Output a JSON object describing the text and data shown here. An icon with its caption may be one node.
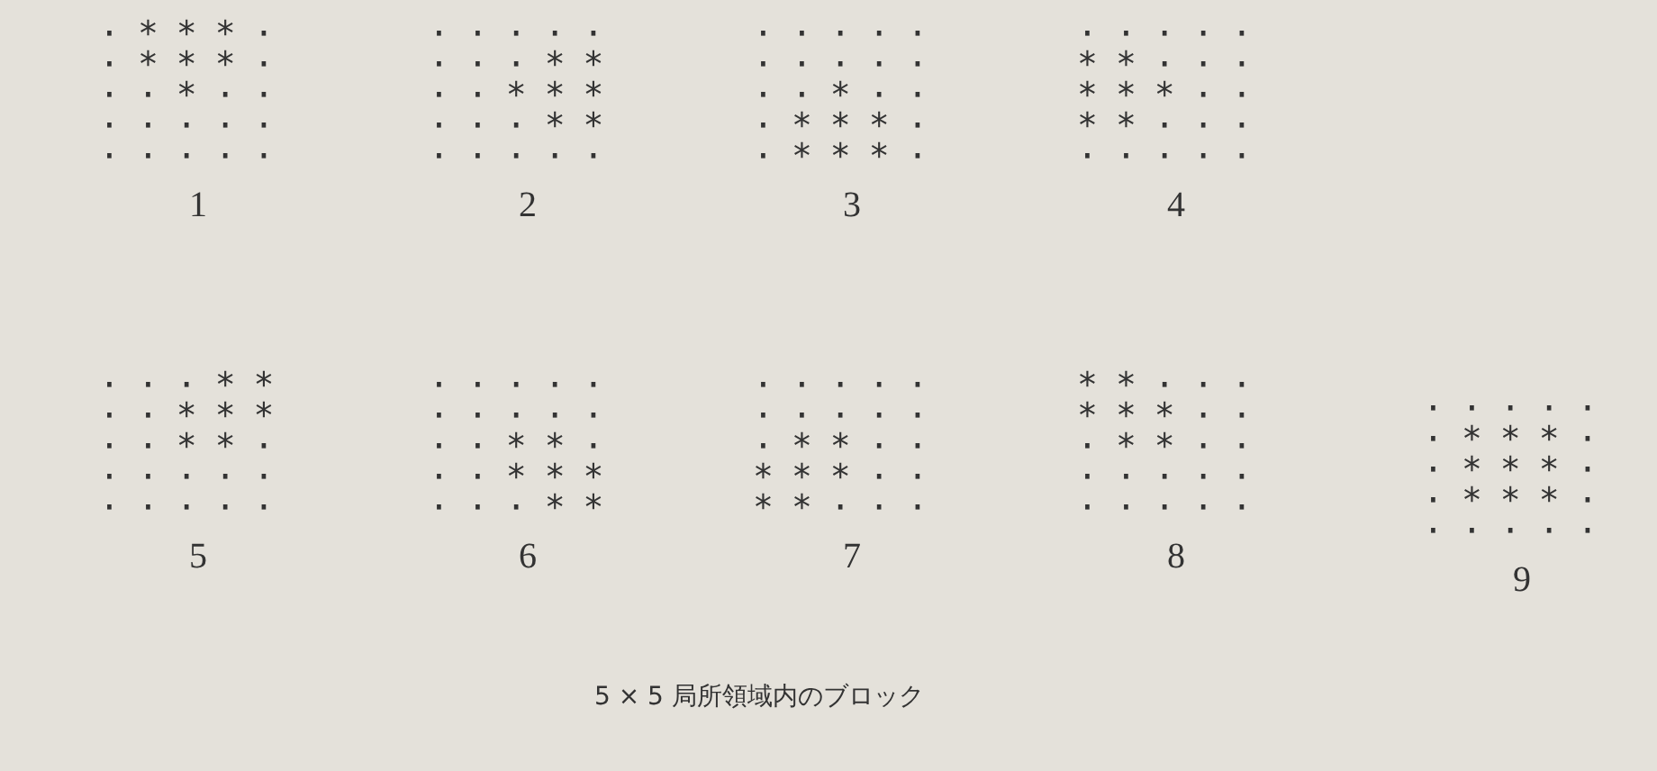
{
  "diagram": {
    "caption": "5 × 5 局所領域内のブロック",
    "labels": [
      "·***·",
      "·***·",
      "··*··",
      "·····",
      "·····",
      "1",
      "·····",
      "···**",
      "··***",
      "···**",
      "·····",
      "2",
      "·····",
      "·····",
      "··*··",
      "·***·",
      "·***·",
      "3",
      "·····",
      "**···",
      "***··",
      "**···",
      "·····",
      "4",
      "···**",
      "··***",
      "··**·",
      "·····",
      "·····",
      "5",
      "·····",
      "·····",
      "··**·",
      "··***",
      "···**",
      "6",
      "·····",
      "·····",
      "·**··",
      "***··",
      "**···",
      "7",
      "**···",
      "***··",
      "·**··",
      "·····",
      "·····",
      "8",
      "·····",
      "·***·",
      "·***·",
      "·***·",
      "·····",
      "9"
    ]
  }
}
